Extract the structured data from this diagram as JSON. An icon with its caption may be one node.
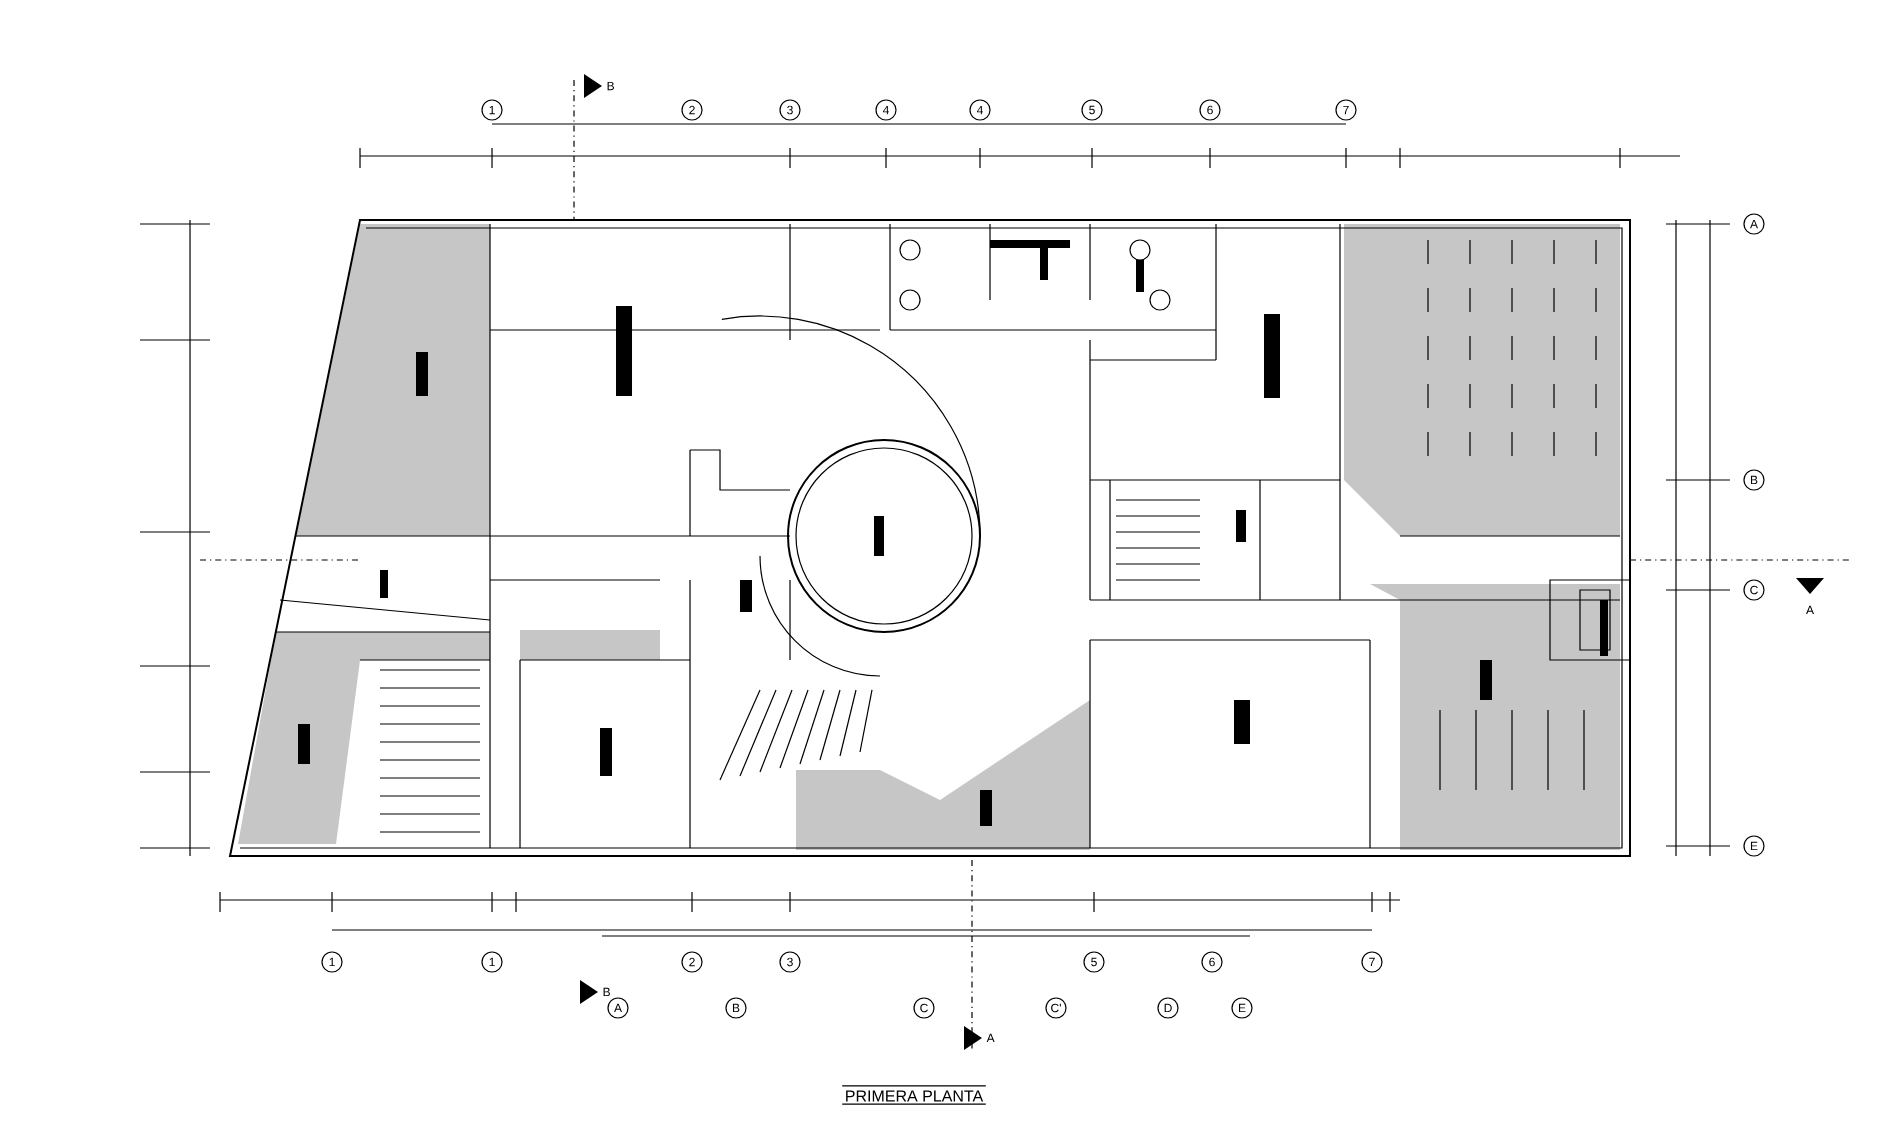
{
  "diagram": {
    "title": "PRIMERA PLANTA",
    "labels": [
      "B",
      "1",
      "2",
      "3",
      "4",
      "4",
      "5",
      "6",
      "7",
      "A",
      "B",
      "C",
      "A",
      "E",
      "1",
      "1",
      "2",
      "3",
      "5",
      "6",
      "7",
      "B",
      "A",
      "B",
      "C",
      "C'",
      "D",
      "E",
      "A"
    ]
  }
}
